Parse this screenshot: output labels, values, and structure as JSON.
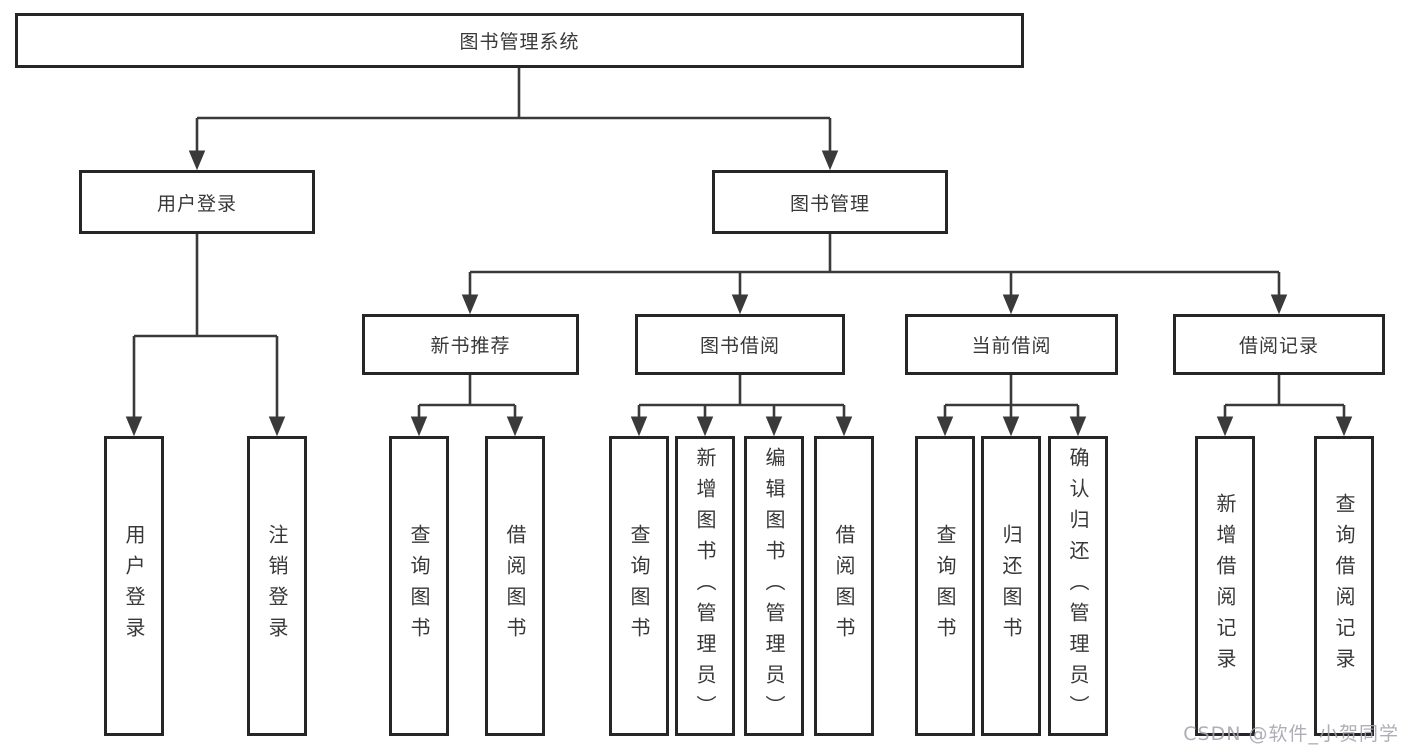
{
  "diagram": {
    "type": "tree",
    "tree": {
      "label": "图书管理系统",
      "children": [
        {
          "label": "用户登录",
          "children": [
            {
              "label": "用户登录"
            },
            {
              "label": "注销登录"
            }
          ]
        },
        {
          "label": "图书管理",
          "children": [
            {
              "label": "新书推荐",
              "children": [
                {
                  "label": "查询图书"
                },
                {
                  "label": "借阅图书"
                }
              ]
            },
            {
              "label": "图书借阅",
              "children": [
                {
                  "label": "查询图书"
                },
                {
                  "label": "新增图书（管理员）"
                },
                {
                  "label": "编辑图书（管理员）"
                },
                {
                  "label": "借阅图书"
                }
              ]
            },
            {
              "label": "当前借阅",
              "children": [
                {
                  "label": "查询图书"
                },
                {
                  "label": "归还图书"
                },
                {
                  "label": "确认归还（管理员）"
                }
              ]
            },
            {
              "label": "借阅记录",
              "children": [
                {
                  "label": "新增借阅记录"
                },
                {
                  "label": "查询借阅记录"
                }
              ]
            }
          ]
        }
      ]
    }
  },
  "watermark": {
    "text": "CSDN @软件_小贺同学"
  },
  "colors": {
    "line": "#3a3a3a",
    "box_border": "#262626",
    "text": "#383838",
    "background": "#ffffff",
    "watermark": "#a3a3ad"
  }
}
